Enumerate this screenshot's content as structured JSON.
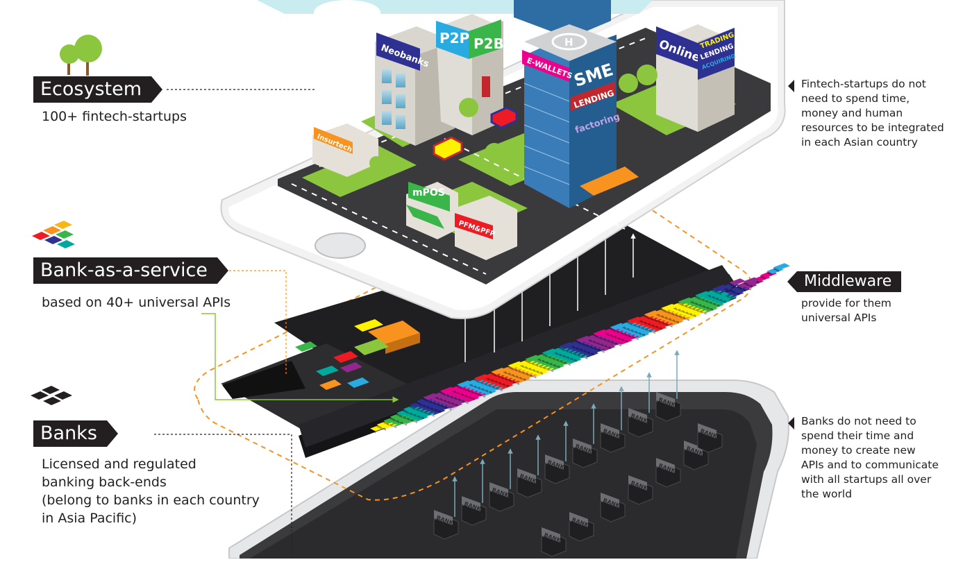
{
  "sections": {
    "ecosystem": {
      "title": "Ecosystem",
      "subtitle": "100+ fintech-startups"
    },
    "baas": {
      "title": "Bank-as-a-service",
      "subtitle": "based on 40+ universal APIs"
    },
    "banks": {
      "title": "Banks",
      "subtitle": "Licensed and regulated\nbanking back-ends\n(belong to banks in each country\nin Asia Pacific)"
    },
    "middleware": {
      "title": "Middleware",
      "subtitle": "provide for them\nuniversal APIs"
    }
  },
  "notes": {
    "fintech": "Fintech-startups do not\nneed to spend time,\nmoney and human\nresources to be integrated\nin each Asian country",
    "banks": "Banks do not need to\nspend their time and\nmoney to create new\nAPIs and to communicate\nwith all startups all over\nthe world"
  },
  "city_signs": {
    "neobanks": "Neobanks",
    "p2p": "P2P",
    "p2b": "P2B",
    "ewallets": "E-WALLETS",
    "sme": "SME",
    "lending": "LENDING",
    "factoring": "factoring",
    "online": "Online",
    "trading": "TRADING",
    "lending2": "LENDING",
    "acquiring": "ACQUIRING",
    "insurtech": "Insurtech",
    "mpos": "mPOS",
    "pfm": "PFM&PFP",
    "helipad": "H"
  },
  "bank_label": "BANK",
  "colors": {
    "dark": "#231f20",
    "orange_dashed": "#f7931e",
    "green_link": "#8cc63f",
    "sky": "#c8ecef",
    "api_palette": [
      "#ed1c24",
      "#f7931e",
      "#fff200",
      "#39b54a",
      "#00a99d",
      "#2e3192",
      "#92278f",
      "#ec008c",
      "#29abe2"
    ]
  },
  "icons": [
    "trees-icon",
    "colored-blocks-icon",
    "dark-blocks-icon"
  ]
}
